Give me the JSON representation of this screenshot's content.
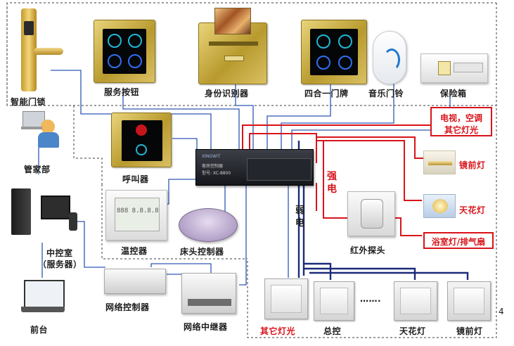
{
  "labels": {
    "smart_lock": "智能门锁",
    "service_button": "服务按钮",
    "id_reader": "身份识别器",
    "doorplate": "四合一门牌",
    "music_doorbell": "音乐门铃",
    "safe_box": "保险箱",
    "butler": "管家部",
    "call_device": "呼叫器",
    "thermostat": "温控器",
    "bedside_controller": "床头控制器",
    "central_control": "中控室",
    "server": "（服务器）",
    "network_controller": "网络控制器",
    "network_repeater": "网络中继器",
    "front_desk": "前台",
    "weak_power_1": "弱",
    "weak_power_2": "电",
    "strong_power_1": "强",
    "strong_power_2": "电",
    "ir_probe": "红外探头",
    "other_lights": "其它灯光",
    "master_switch": "总控",
    "ceiling_light": "天花灯",
    "mirror_light": "镜前灯",
    "dots": "…….",
    "tv_ac_1": "电视，空调",
    "tv_ac_2": "其它灯光",
    "mirror_light_right": "镜前灯",
    "ceiling_light_right": "天花灯",
    "bath_light": "浴室灯/排气扇",
    "corner_number": "4"
  },
  "device_text": {
    "controller_brand": "XINGWIT",
    "controller_line1": "客房控制器",
    "controller_line2": "型号: XC-8800",
    "thermostat_display": "888 8.8.8.8"
  },
  "colors": {
    "strong_power_wire": "#d8141a",
    "weak_power_wire": "#2f58b3",
    "network_wire": "#1b2a7a",
    "dashed_border": "#3c3c3c",
    "label_red": "#d8141a"
  }
}
